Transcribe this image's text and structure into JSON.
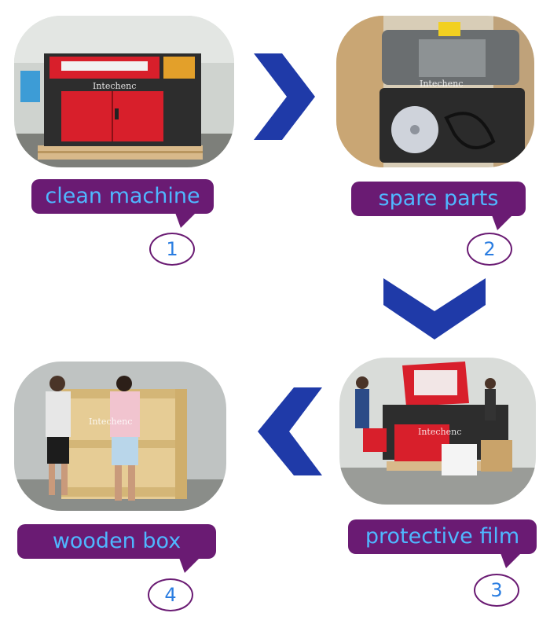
{
  "steps": [
    {
      "label": "clean machine",
      "number": "1",
      "watermark": "Intechenc"
    },
    {
      "label": "spare parts",
      "number": "2",
      "watermark": "Intechenc"
    },
    {
      "label": "protective film",
      "number": "3",
      "watermark": "Intechenc"
    },
    {
      "label": "wooden box",
      "number": "4",
      "watermark": "Intechenc"
    }
  ],
  "colors": {
    "label_bg": "#6a1b73",
    "label_text": "#4fb7ff",
    "arrow": "#1f3aa8",
    "number_text": "#2a7de1"
  },
  "arrows": [
    "arrow-right",
    "arrow-down",
    "arrow-left"
  ]
}
